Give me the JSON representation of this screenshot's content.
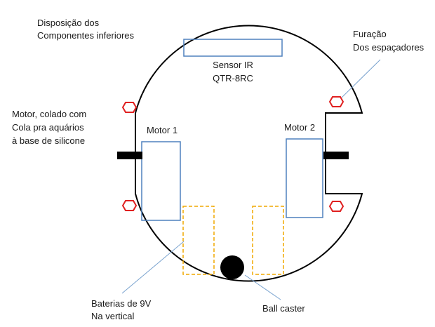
{
  "title_lines": [
    "Disposição dos",
    "Componentes inferiores"
  ],
  "sensor_label_lines": [
    "Sensor IR",
    "QTR-8RC"
  ],
  "holes_label_lines": [
    "Furação",
    "Dos espaçadores"
  ],
  "motor_note_lines": [
    "Motor, colado com",
    "Cola pra aquários",
    "à base de silicone"
  ],
  "motor1_label": "Motor 1",
  "motor2_label": "Motor 2",
  "batteries_label_lines": [
    "Baterias de 9V",
    "Na vertical"
  ],
  "ball_caster_label": "Ball caster",
  "colors": {
    "outline": "#000000",
    "component_box": "#4f81bd",
    "battery_box": "#f0a800",
    "hole": "#e02020",
    "leader_line": "#7aa3cf",
    "motor_shaft": "#000000",
    "ball_caster": "#000000"
  }
}
